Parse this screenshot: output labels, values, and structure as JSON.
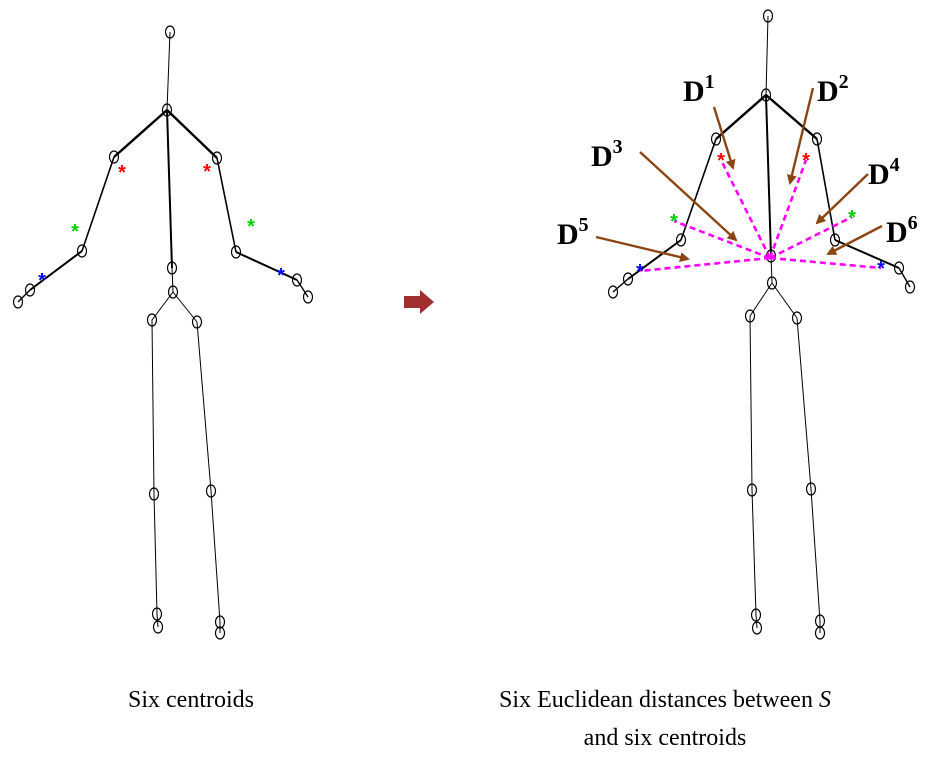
{
  "captions": {
    "left": "Six centroids",
    "right_prefix": "Six Euclidean distances between ",
    "right_var": "S",
    "right_line2": "and six centroids"
  },
  "distance_labels": [
    {
      "base": "D",
      "sup": "1"
    },
    {
      "base": "D",
      "sup": "2"
    },
    {
      "base": "D",
      "sup": "3"
    },
    {
      "base": "D",
      "sup": "4"
    },
    {
      "base": "D",
      "sup": "5"
    },
    {
      "base": "D",
      "sup": "6"
    }
  ],
  "colors": {
    "skeleton": "#000000",
    "centroid_shoulder": "#ff0000",
    "centroid_elbow": "#00e000",
    "centroid_wrist": "#0000ff",
    "distance_line": "#ff00ff",
    "pointer_arrow": "#8b4513",
    "transition_arrow": "#a03030"
  }
}
